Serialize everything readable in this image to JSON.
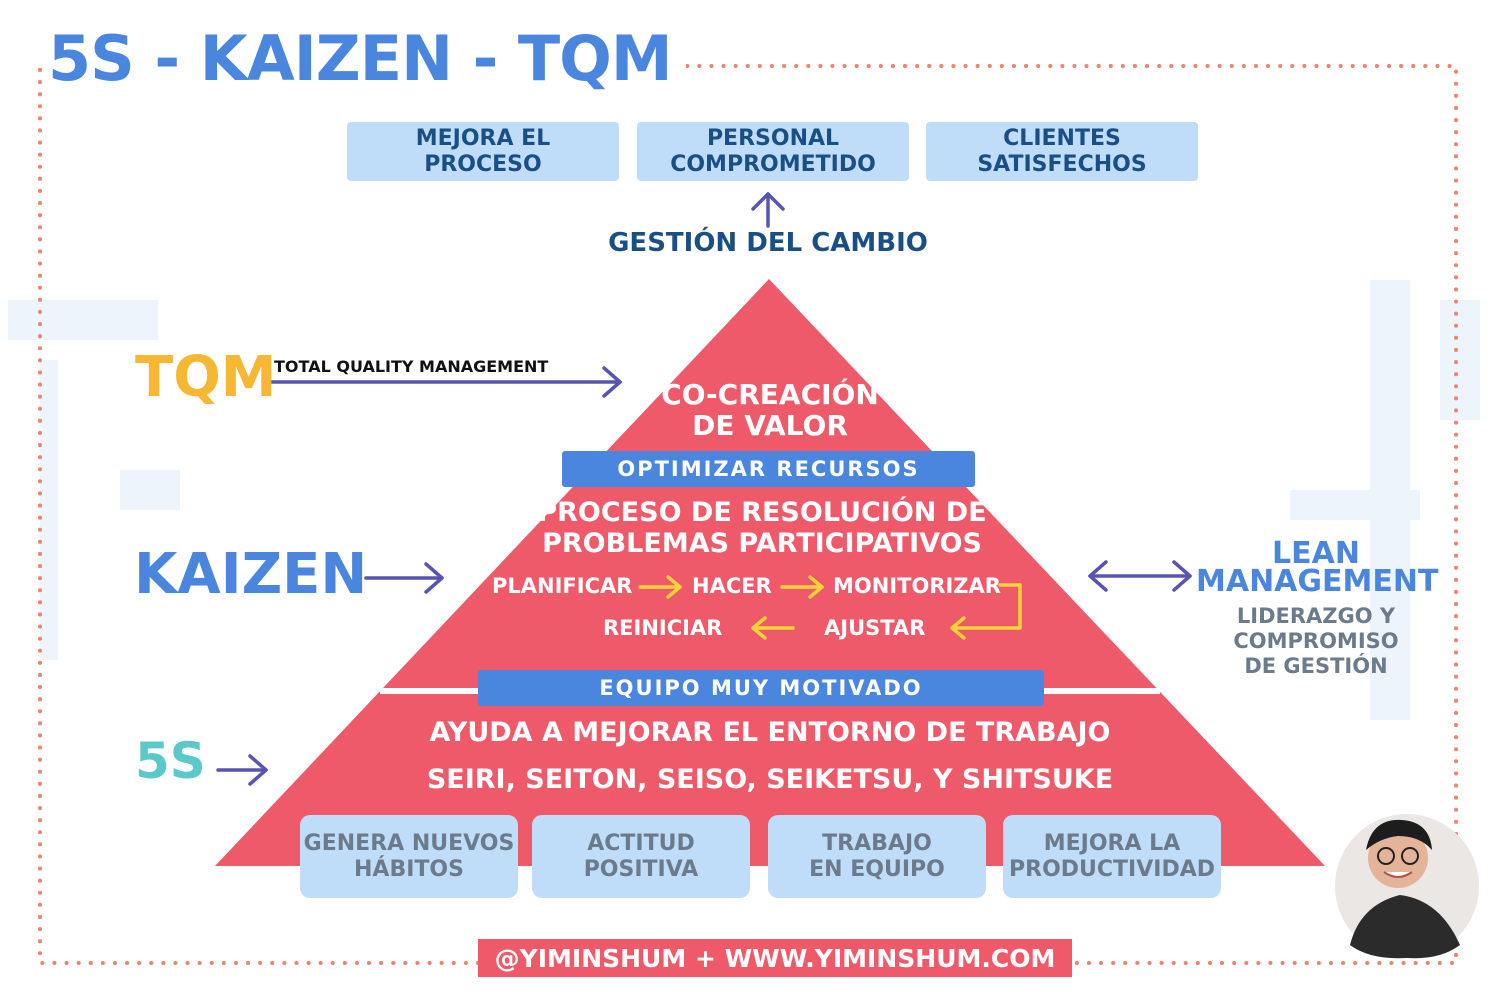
{
  "title": "5S - KAIZEN - TQM",
  "colors": {
    "accent_blue": "#4a86de",
    "dark_blue": "#1a4f86",
    "pyramid_red": "#ee5a69",
    "light_blue": "#bfdcf8",
    "yellow": "#f7b733",
    "teal": "#5bc8c9",
    "arrow_purple": "#5855b0",
    "grey_text": "#6b7b8c",
    "frame_dots": "#f0826e"
  },
  "outcomes": [
    {
      "label": "MEJORA EL\nPROCESO"
    },
    {
      "label": "PERSONAL\nCOMPROMETIDO"
    },
    {
      "label": "CLIENTES\nSATISFECHOS"
    }
  ],
  "change_management": "GESTIÓN DEL CAMBIO",
  "tqm": {
    "label": "TQM",
    "caption": "TOTAL QUALITY MANAGEMENT"
  },
  "kaizen": {
    "label": "KAIZEN"
  },
  "five_s": {
    "label": "5S"
  },
  "pyramid": {
    "top": {
      "line1": "CO-CREACIÓN",
      "line2": "DE VALOR"
    },
    "band1": "OPTIMIZAR RECURSOS",
    "middle": {
      "line1": "PROCESO DE RESOLUCIÓN DE",
      "line2": "PROBLEMAS PARTICIPATIVOS",
      "cycle": {
        "plan": "PLANIFICAR",
        "do": "HACER",
        "monitor": "MONITORIZAR",
        "adjust": "AJUSTAR",
        "restart": "REINICIAR"
      }
    },
    "band2": "EQUIPO MUY MOTIVADO",
    "base": {
      "line1": "AYUDA A MEJORAR EL ENTORNO DE TRABAJO",
      "line2": "SEIRI, SEITON, SEISO, SEIKETSU, Y SHITSUKE"
    }
  },
  "lean": {
    "title1": "LEAN",
    "title2": "MANAGEMENT",
    "sub": [
      "LIDERAZGO Y",
      "COMPROMISO",
      "DE GESTIÓN"
    ]
  },
  "benefits": [
    {
      "label": "GENERA NUEVOS\nHÁBITOS"
    },
    {
      "label": "ACTITUD\nPOSITIVA"
    },
    {
      "label": "TRABAJO\nEN EQUIPO"
    },
    {
      "label": "MEJORA LA\nPRODUCTIVIDAD"
    }
  ],
  "footer": "@YIMINSHUM + WWW.YIMINSHUM.COM"
}
